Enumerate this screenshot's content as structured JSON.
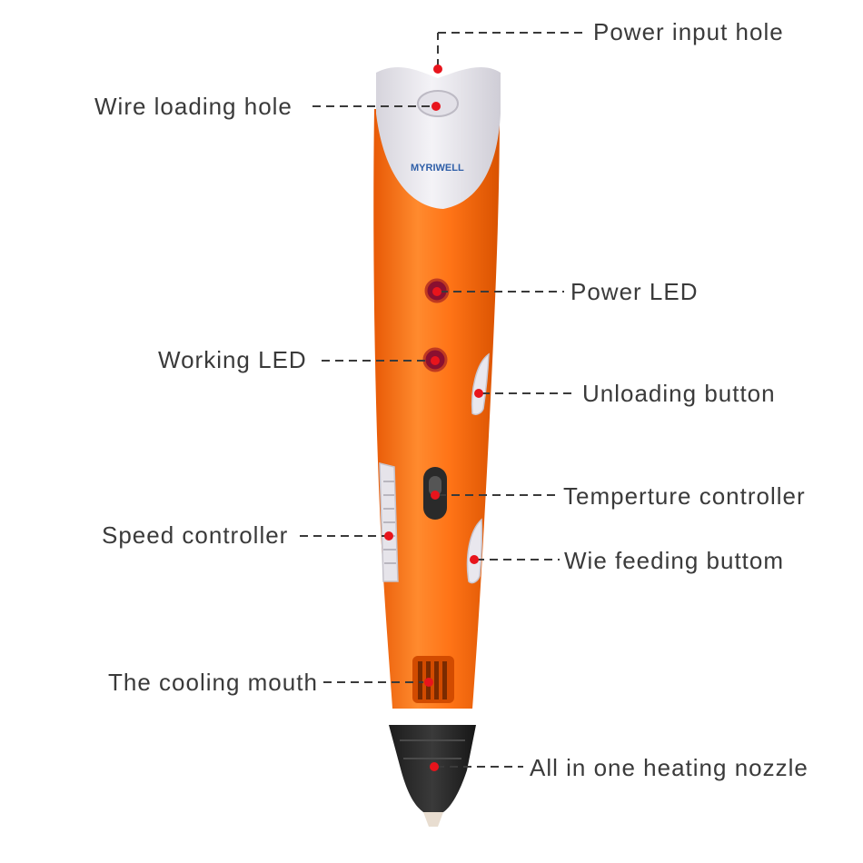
{
  "product": {
    "brand": "MYRIWELL",
    "body_color": "#ff7417",
    "cap_color": "#e6e4ea",
    "nozzle_color": "#2b2b2b",
    "accent_color": "#e8141c"
  },
  "callouts": {
    "power_input_hole": "Power input hole",
    "wire_loading_hole": "Wire loading hole",
    "power_led": "Power LED",
    "working_led": "Working LED",
    "unloading_button": "Unloading button",
    "temperature_controller": "Temperture controller",
    "speed_controller": "Speed controller",
    "wire_feeding_button": "Wie feeding buttom",
    "cooling_mouth": "The cooling mouth",
    "heating_nozzle": "All in one heating nozzle"
  }
}
